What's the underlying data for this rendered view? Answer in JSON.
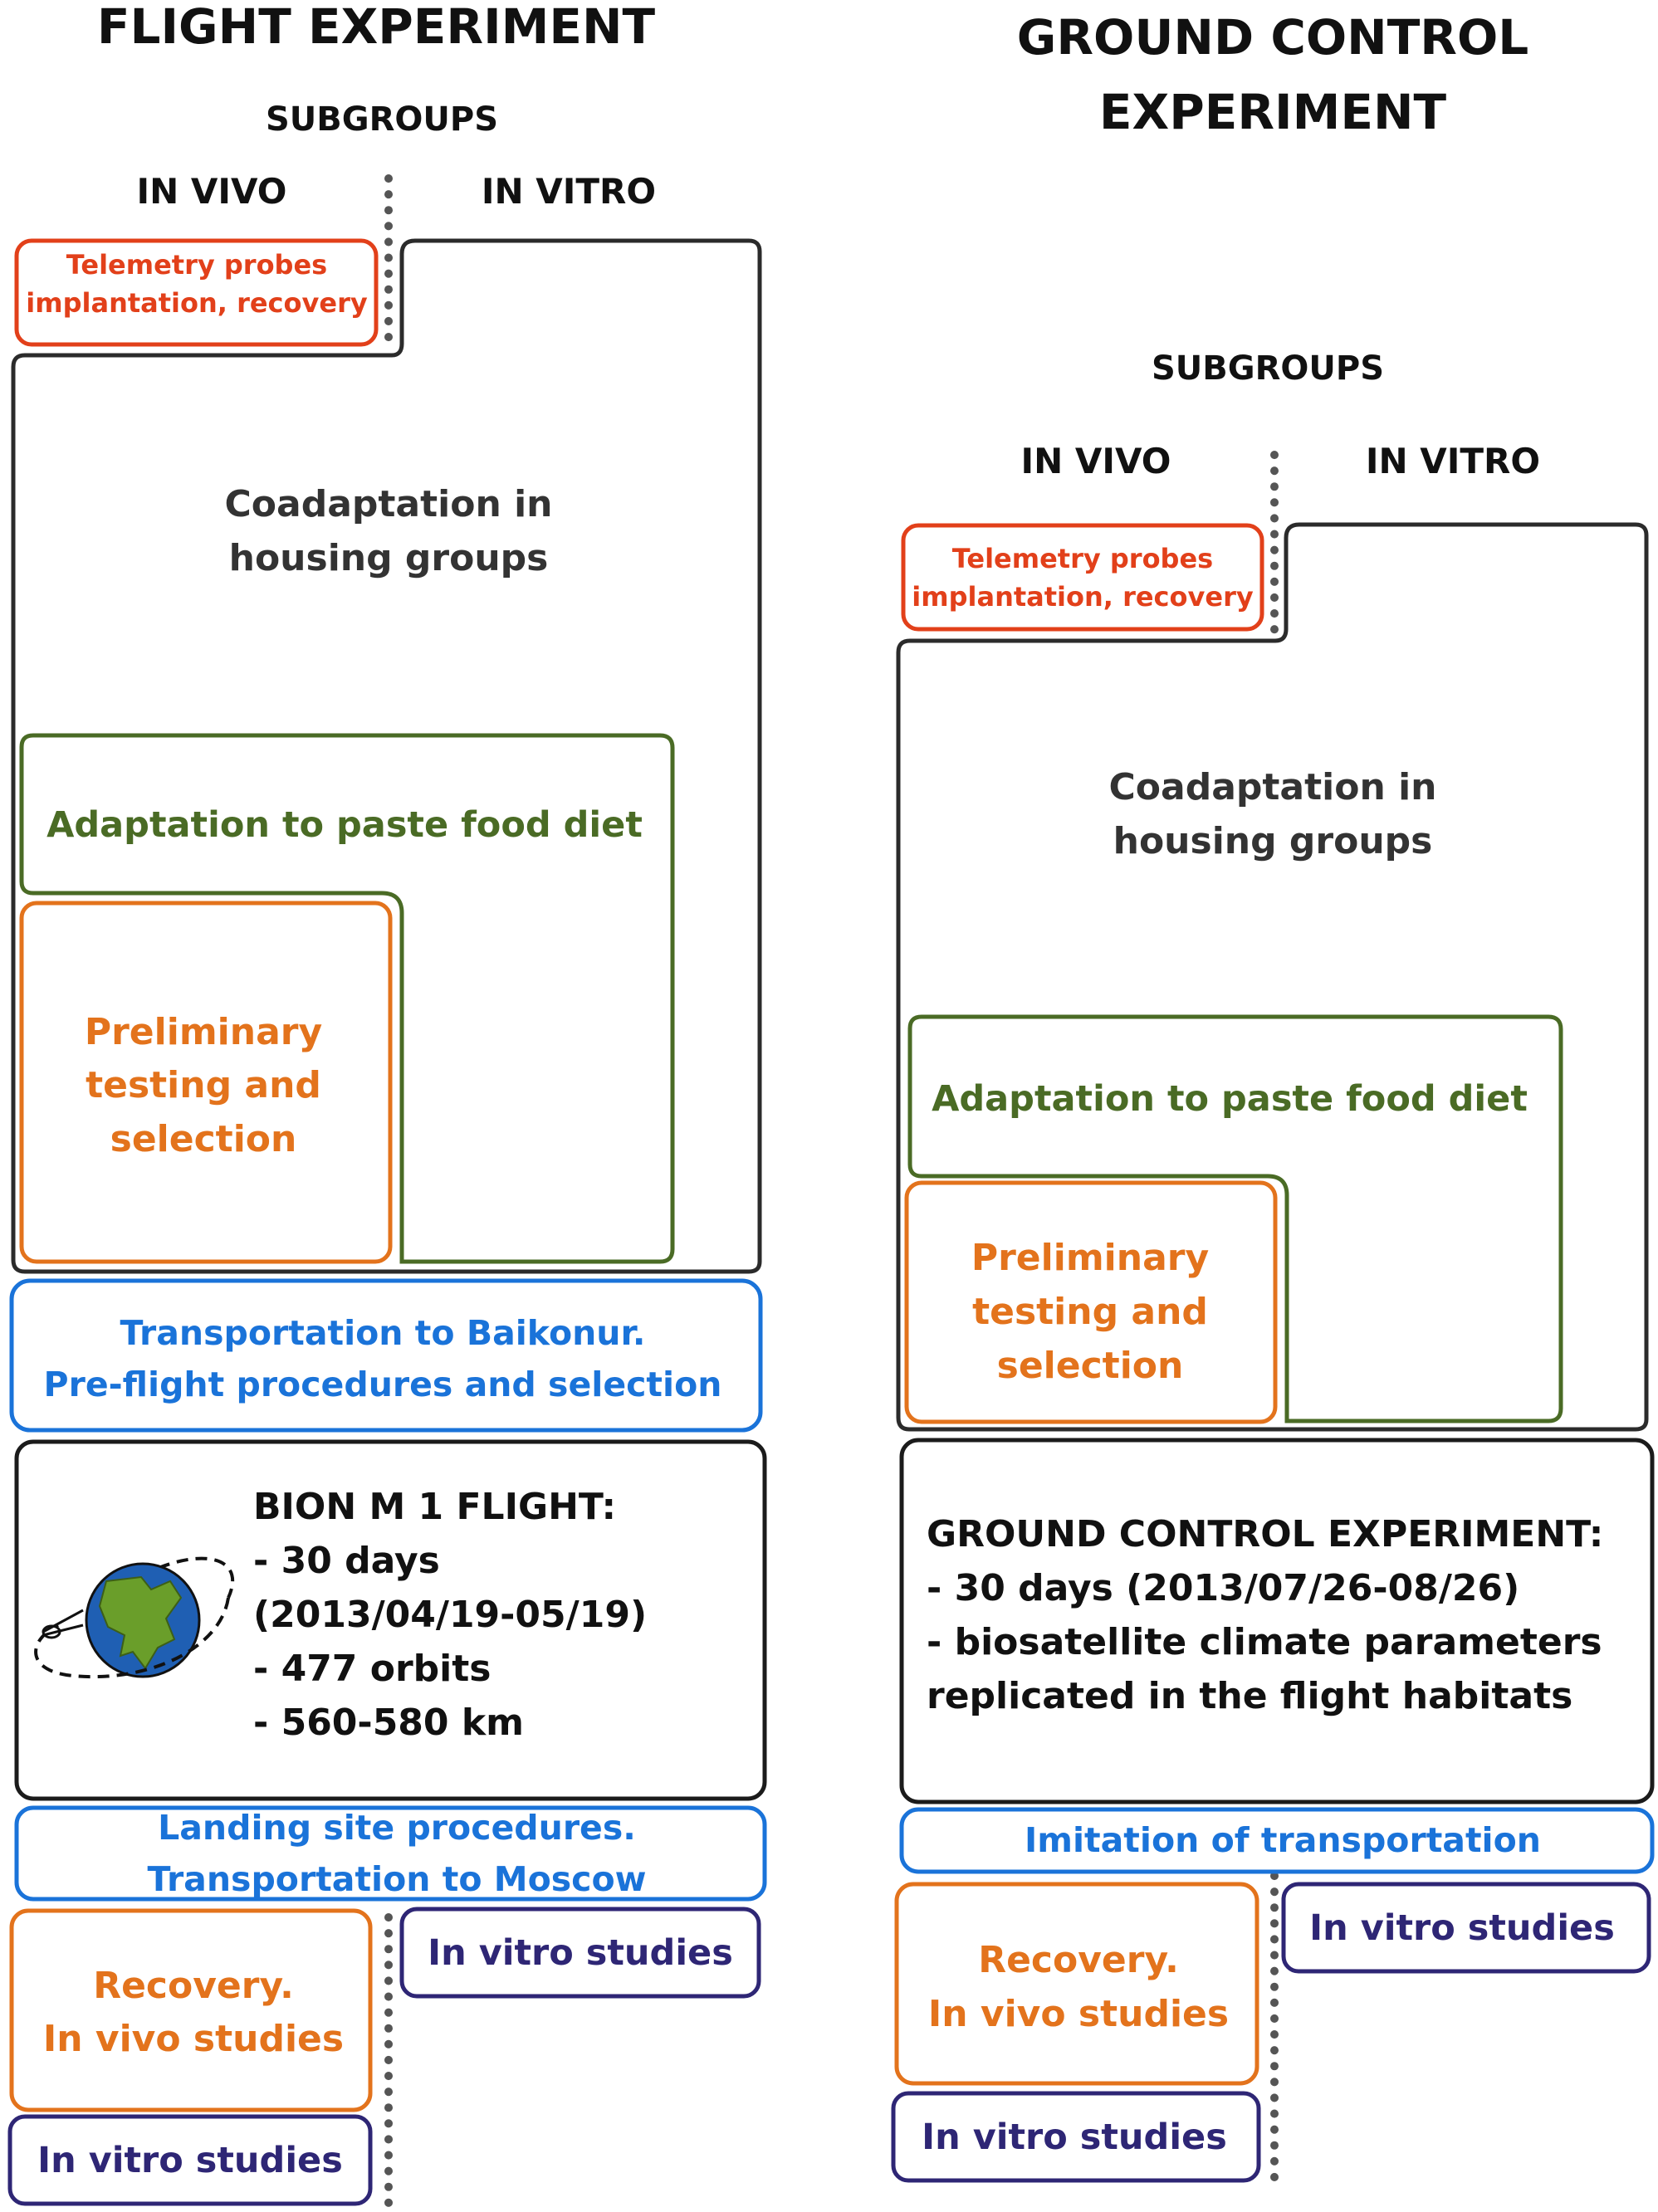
{
  "colors": {
    "black": "#1b1b1b",
    "dark_text": "#333333",
    "telemetry_red": "#e2401a",
    "preliminary_orange": "#e3731c",
    "adaptation_green": "#4a6b25",
    "transport_blue": "#1a73d9",
    "in_vitro_navy": "#2e2675",
    "earth_blue": "#1f5fb3",
    "earth_green": "#6a9e2a"
  },
  "flight": {
    "title": "FLIGHT EXPERIMENT",
    "subgroups": "SUBGROUPS",
    "in_vivo": "IN VIVO",
    "in_vitro": "IN VITRO",
    "telemetry": [
      "Telemetry probes",
      "implantation, recovery"
    ],
    "coadaptation": [
      "Coadaptation in",
      "housing groups"
    ],
    "adaptation": "Adaptation to paste food diet",
    "preliminary": [
      "Preliminary",
      "testing and",
      "selection"
    ],
    "transport": [
      "Transportation to Baikonur.",
      "Pre-flight procedures and selection"
    ],
    "flight_box": [
      "BION M 1 FLIGHT:",
      "- 30 days",
      "(2013/04/19-05/19)",
      "- 477 orbits",
      "- 560-580 km"
    ],
    "landing": [
      "Landing site procedures.",
      "Transportation to Moscow"
    ],
    "in_vitro_studies_right": "In vitro studies",
    "recovery": [
      "Recovery.",
      "In vivo studies"
    ],
    "in_vitro_studies_left": "In vitro studies"
  },
  "ground": {
    "title": [
      "GROUND CONTROL",
      "EXPERIMENT"
    ],
    "subgroups": "SUBGROUPS",
    "in_vivo": "IN VIVO",
    "in_vitro": "IN VITRO",
    "telemetry": [
      "Telemetry probes",
      "implantation, recovery"
    ],
    "coadaptation": [
      "Coadaptation in",
      "housing groups"
    ],
    "adaptation": "Adaptation to paste food diet",
    "preliminary": [
      "Preliminary",
      "testing and",
      "selection"
    ],
    "control_box": [
      "GROUND CONTROL EXPERIMENT:",
      "- 30 days (2013/07/26-08/26)",
      "- biosatellite climate parameters",
      "replicated in the flight habitats"
    ],
    "imitation": "Imitation of transportation",
    "in_vitro_studies_right": "In vitro studies",
    "recovery": [
      "Recovery.",
      "In vivo studies"
    ],
    "in_vitro_studies_left": "In vitro studies"
  }
}
